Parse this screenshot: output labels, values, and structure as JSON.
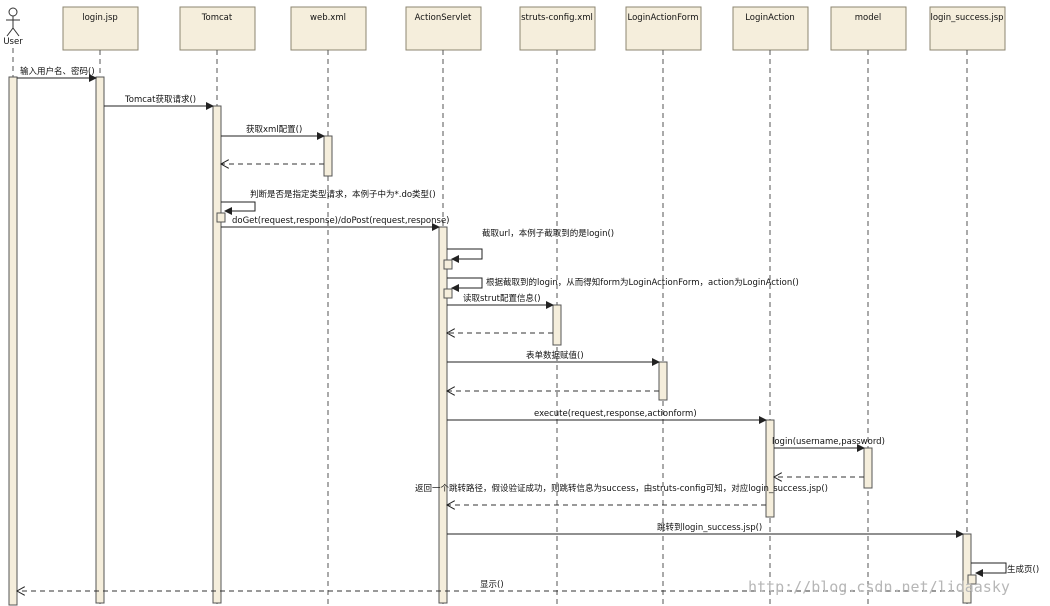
{
  "actors": [
    {
      "id": "user",
      "label": "User"
    },
    {
      "id": "login_jsp",
      "label": "login.jsp"
    },
    {
      "id": "tomcat",
      "label": "Tomcat"
    },
    {
      "id": "web_xml",
      "label": "web.xml"
    },
    {
      "id": "action_servlet",
      "label": "ActionServlet"
    },
    {
      "id": "struts_config",
      "label": "struts-config.xml"
    },
    {
      "id": "login_action_form",
      "label": "LoginActionForm"
    },
    {
      "id": "login_action",
      "label": "LoginAction"
    },
    {
      "id": "model",
      "label": "model"
    },
    {
      "id": "login_success",
      "label": "login_success.jsp"
    }
  ],
  "messages": [
    {
      "from": "user",
      "to": "login_jsp",
      "label": "输入用户名、密码()",
      "kind": "call"
    },
    {
      "from": "login_jsp",
      "to": "tomcat",
      "label": "Tomcat获取请求()",
      "kind": "call"
    },
    {
      "from": "tomcat",
      "to": "web_xml",
      "label": "获取xml配置()",
      "kind": "call"
    },
    {
      "from": "web_xml",
      "to": "tomcat",
      "label": "",
      "kind": "return"
    },
    {
      "from": "tomcat",
      "to": "tomcat",
      "label": "判断是否是指定类型请求，本例子中为*.do类型()",
      "kind": "self"
    },
    {
      "from": "tomcat",
      "to": "action_servlet",
      "label": "doGet(request,response)/doPost(request,response)",
      "kind": "call"
    },
    {
      "from": "action_servlet",
      "to": "action_servlet",
      "label": "截取url，本例子截取到的是login()",
      "kind": "self"
    },
    {
      "from": "action_servlet",
      "to": "action_servlet",
      "label": "根据截取到的login，从而得知form为LoginActionForm，action为LoginAction()",
      "kind": "self"
    },
    {
      "from": "action_servlet",
      "to": "struts_config",
      "label": "读取strut配置信息()",
      "kind": "call"
    },
    {
      "from": "struts_config",
      "to": "action_servlet",
      "label": "",
      "kind": "return"
    },
    {
      "from": "action_servlet",
      "to": "login_action_form",
      "label": "表单数据赋值()",
      "kind": "call"
    },
    {
      "from": "login_action_form",
      "to": "action_servlet",
      "label": "",
      "kind": "return"
    },
    {
      "from": "action_servlet",
      "to": "login_action",
      "label": "execute(request,response,actionform)",
      "kind": "call"
    },
    {
      "from": "login_action",
      "to": "model",
      "label": "login(username,password)",
      "kind": "call"
    },
    {
      "from": "model",
      "to": "login_action",
      "label": "",
      "kind": "return"
    },
    {
      "from": "login_action",
      "to": "action_servlet",
      "label": "返回一个跳转路径，假设验证成功，则跳转信息为success，由struts-config可知，对应login_success.jsp()",
      "kind": "return"
    },
    {
      "from": "action_servlet",
      "to": "login_success",
      "label": "跳转到login_success.jsp()",
      "kind": "call"
    },
    {
      "from": "login_success",
      "to": "login_success",
      "label": "生成页()",
      "kind": "self"
    },
    {
      "from": "login_success",
      "to": "user",
      "label": "显示()",
      "kind": "return"
    }
  ],
  "watermark": "http://blog.csdn.net/lidaasky",
  "colors": {
    "header_fill": "#f5eedc",
    "activation_fill": "#f5eedc",
    "line": "#333333",
    "lifeline": "#555555"
  }
}
